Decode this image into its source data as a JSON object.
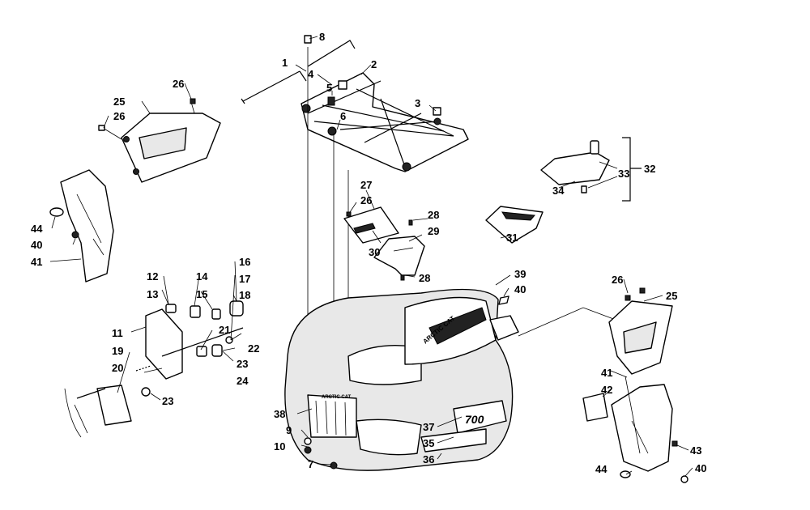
{
  "diagram": {
    "callouts": [
      {
        "id": "8",
        "label": "8"
      },
      {
        "id": "1",
        "label": "1"
      },
      {
        "id": "2",
        "label": "2"
      },
      {
        "id": "4",
        "label": "4"
      },
      {
        "id": "5",
        "label": "5"
      },
      {
        "id": "3",
        "label": "3"
      },
      {
        "id": "6",
        "label": "6"
      },
      {
        "id": "26a",
        "label": "26"
      },
      {
        "id": "25a",
        "label": "25"
      },
      {
        "id": "26b",
        "label": "26"
      },
      {
        "id": "27",
        "label": "27"
      },
      {
        "id": "26c",
        "label": "26"
      },
      {
        "id": "28a",
        "label": "28"
      },
      {
        "id": "29",
        "label": "29"
      },
      {
        "id": "30",
        "label": "30"
      },
      {
        "id": "28b",
        "label": "28"
      },
      {
        "id": "32",
        "label": "32"
      },
      {
        "id": "33",
        "label": "33"
      },
      {
        "id": "34",
        "label": "34"
      },
      {
        "id": "31",
        "label": "31"
      },
      {
        "id": "44a",
        "label": "44"
      },
      {
        "id": "40a",
        "label": "40"
      },
      {
        "id": "41a",
        "label": "41"
      },
      {
        "id": "12",
        "label": "12"
      },
      {
        "id": "14",
        "label": "14"
      },
      {
        "id": "16",
        "label": "16"
      },
      {
        "id": "13",
        "label": "13"
      },
      {
        "id": "15",
        "label": "15"
      },
      {
        "id": "17",
        "label": "17"
      },
      {
        "id": "18",
        "label": "18"
      },
      {
        "id": "11",
        "label": "11"
      },
      {
        "id": "21",
        "label": "21"
      },
      {
        "id": "22",
        "label": "22"
      },
      {
        "id": "19",
        "label": "19"
      },
      {
        "id": "23a",
        "label": "23"
      },
      {
        "id": "20",
        "label": "20"
      },
      {
        "id": "24",
        "label": "24"
      },
      {
        "id": "23b",
        "label": "23"
      },
      {
        "id": "39",
        "label": "39"
      },
      {
        "id": "40b",
        "label": "40"
      },
      {
        "id": "26d",
        "label": "26"
      },
      {
        "id": "25b",
        "label": "25"
      },
      {
        "id": "41b",
        "label": "41"
      },
      {
        "id": "42",
        "label": "42"
      },
      {
        "id": "38",
        "label": "38"
      },
      {
        "id": "9",
        "label": "9"
      },
      {
        "id": "10",
        "label": "10"
      },
      {
        "id": "7",
        "label": "7"
      },
      {
        "id": "37",
        "label": "37"
      },
      {
        "id": "35",
        "label": "35"
      },
      {
        "id": "36",
        "label": "36"
      },
      {
        "id": "43",
        "label": "43"
      },
      {
        "id": "44b",
        "label": "44"
      },
      {
        "id": "40c",
        "label": "40"
      }
    ],
    "decals": {
      "hood_brand": "ARCTIC CAT",
      "grille_plate": "ARCTIC CAT",
      "model_number": "700"
    }
  }
}
